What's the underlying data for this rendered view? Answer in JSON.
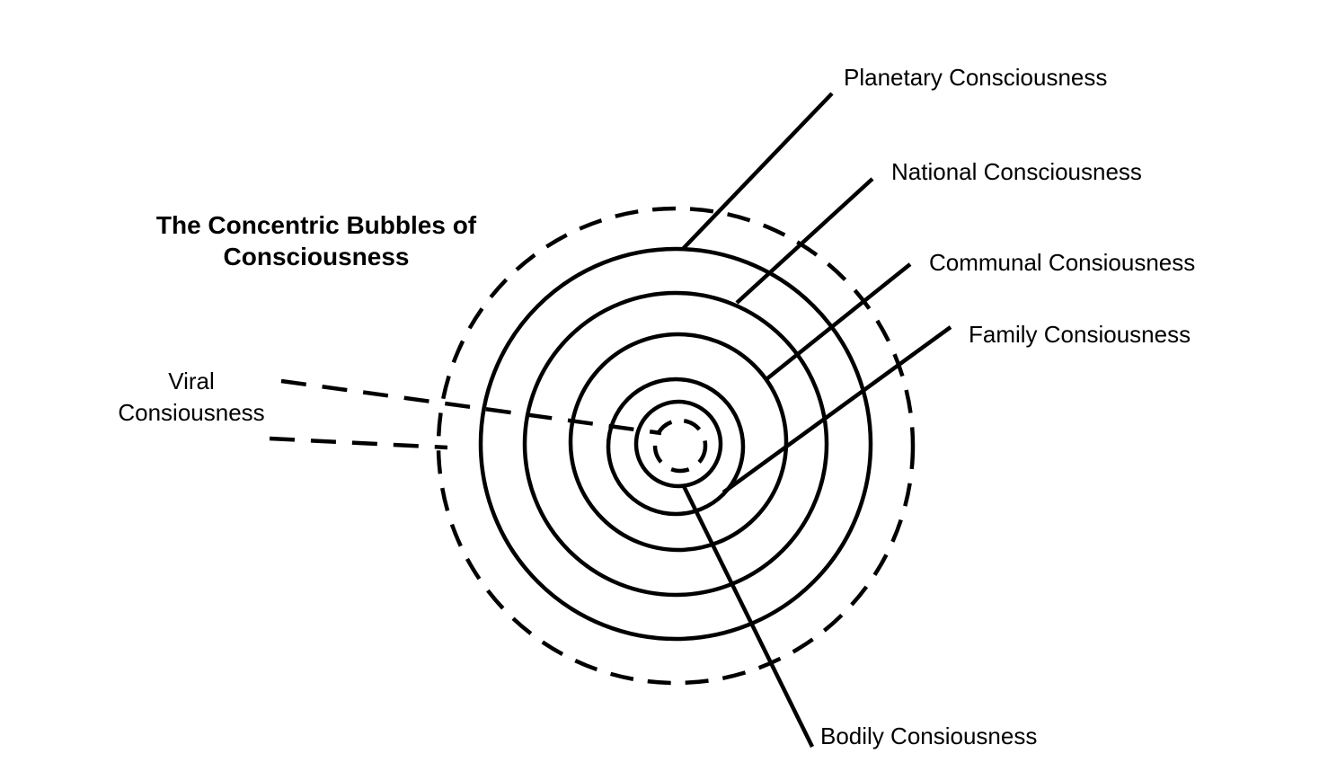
{
  "title": {
    "line1": "The Concentric Bubbles of",
    "line2": "Consciousness"
  },
  "labels": {
    "planetary": "Planetary Consciousness",
    "national": "National Consciousness",
    "communal": "Communal Consiousness",
    "family": "Family Consiousness",
    "bodily": "Bodily Consiousness",
    "viral_line1": "Viral",
    "viral_line2": "Consiousness"
  },
  "colors": {
    "stroke": "#000000",
    "background": "#ffffff"
  }
}
